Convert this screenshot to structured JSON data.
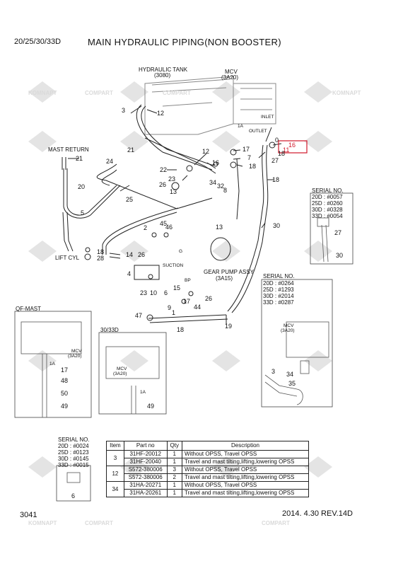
{
  "header": {
    "model": "20/25/30/33D",
    "title": "MAIN HYDRAULIC PIPING(NON BOOSTER)"
  },
  "labels": {
    "hydraulic_tank": "HYDRAULIC TANK",
    "hydraulic_tank_code": "(3080)",
    "mcv": "MCV",
    "mcv_code": "(3A20)",
    "inlet": "INLET",
    "outlet": "OUTLET",
    "mast_return": "MAST RETURN",
    "lift_cyl": "LIFT CYL",
    "suction": "SUCTION",
    "gear_pump": "GEAR PUMP ASSY",
    "gear_pump_code": "(3A15)",
    "qf_mast": "QF-MAST",
    "model_3033": "30/33D",
    "port_1a": "1A",
    "port_g": "G",
    "port_bp": "BP"
  },
  "serial_boxes": {
    "a": {
      "title": "SERIAL NO.",
      "lines": [
        "20D : #0057",
        "25D : #0260",
        "30D : #0328",
        "33D : #0054"
      ]
    },
    "b": {
      "title": "SERIAL NO.",
      "lines": [
        "20D : #0264",
        "25D : #1293",
        "30D : #2014",
        "33D : #0287"
      ]
    },
    "c": {
      "title": "SERIAL NO.",
      "lines": [
        "20D : #0024",
        "25D : #0123",
        "30D : #0145",
        "33D : #0015"
      ]
    }
  },
  "callouts": {
    "n3": "3",
    "n12a": "12",
    "n0": "0",
    "n16": "16",
    "n11": "11",
    "n18a": "18",
    "n27a": "27",
    "n21a": "21",
    "n21b": "21",
    "n24": "24",
    "n20": "20",
    "n5": "5",
    "n22": "22",
    "n23a": "23",
    "n26a": "26",
    "n13": "13",
    "n25a": "25",
    "n12b": "12",
    "n16b": "16",
    "n34": "34",
    "n32": "32",
    "n8": "8",
    "n17a": "17",
    "n7": "7",
    "n18b": "18",
    "n18c": "18",
    "n30a": "30",
    "n45": "45",
    "n46": "46",
    "n2": "2",
    "n13b": "13",
    "n18d": "18",
    "n28": "28",
    "n14": "14",
    "n26b": "26",
    "n4": "4",
    "n23b": "23",
    "n10": "10",
    "n6": "6",
    "n15": "15",
    "n17b": "17",
    "n26c": "26",
    "n44": "44",
    "n47": "47",
    "n9": "9",
    "n1": "1",
    "n18e": "18",
    "n19": "19",
    "n27b": "27",
    "n30b": "30",
    "n17c": "17",
    "n48": "48",
    "n50": "50",
    "n49a": "49",
    "n49b": "49",
    "n3b": "3",
    "n34b": "34",
    "n35": "35",
    "n6b": "6"
  },
  "table": {
    "headers": [
      "Item",
      "Part no",
      "Qty",
      "Description"
    ],
    "rows": [
      {
        "item": "3",
        "parts": [
          "31HF-20012",
          "31HF-20040"
        ],
        "qty": [
          "1",
          "1"
        ],
        "desc": [
          "Without OPSS, Travel OPSS",
          "Travel and mast tilting,lifting,lowering OPSS"
        ]
      },
      {
        "item": "12",
        "parts": [
          "S572-380006",
          "S572-380006"
        ],
        "qty": [
          "3",
          "2"
        ],
        "desc": [
          "Without OPSS, Travel OPSS",
          "Travel and mast tilting,lifting,lowering OPSS"
        ]
      },
      {
        "item": "34",
        "parts": [
          "31HA-20271",
          "31HA-20261"
        ],
        "qty": [
          "1",
          "1"
        ],
        "desc": [
          "Without OPSS, Travel OPSS",
          "Travel and mast tilting,lifting,lowering OPSS"
        ]
      }
    ]
  },
  "footer": {
    "page": "3041",
    "date_rev": "2014. 4.30  REV.14D"
  },
  "watermark": {
    "text_a": "KOMNAPT",
    "text_b": "COMPART"
  },
  "colors": {
    "highlight": "#d0182a",
    "line": "#222222",
    "watermark": "#d9d9d9"
  }
}
